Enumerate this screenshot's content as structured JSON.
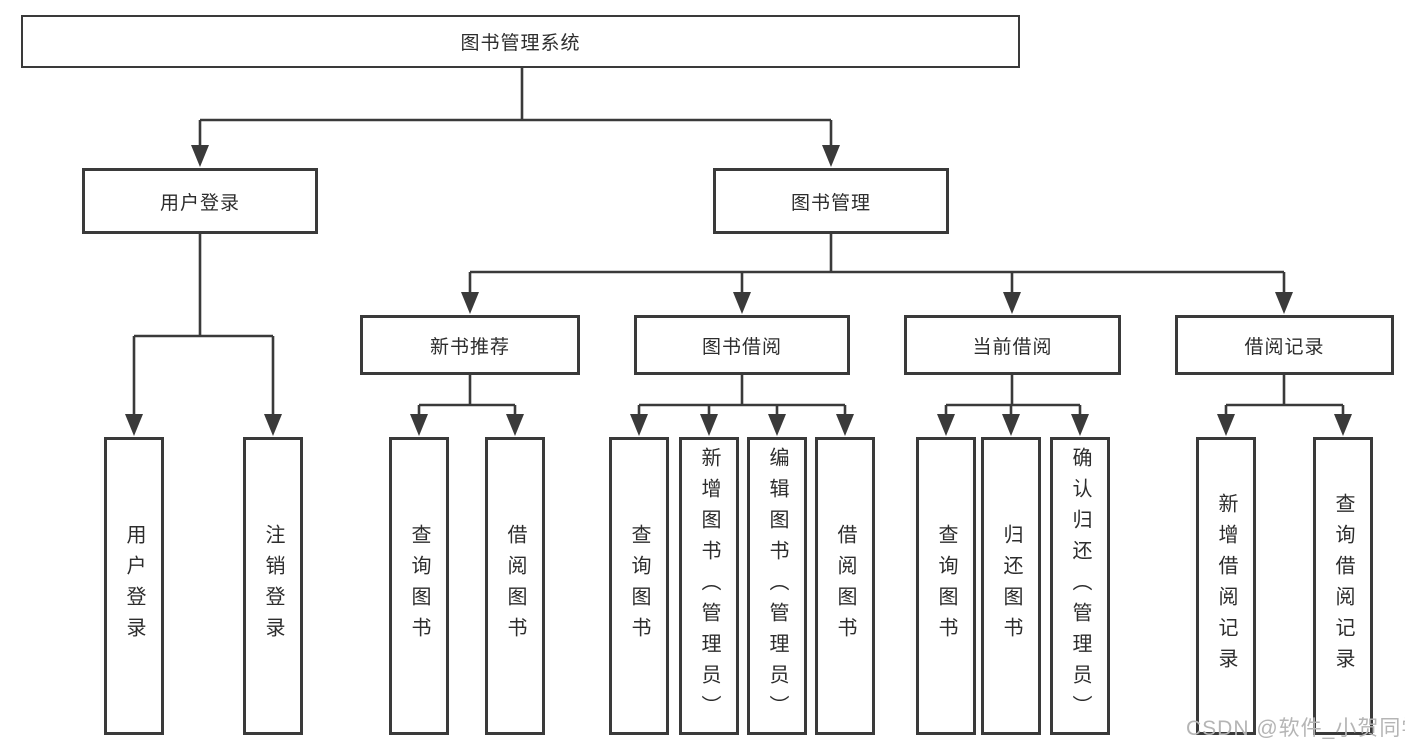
{
  "diagram": {
    "root": "图书管理系统",
    "level2": [
      "用户登录",
      "图书管理"
    ],
    "level3": [
      "新书推荐",
      "图书借阅",
      "当前借阅",
      "借阅记录"
    ],
    "leaves": [
      "用户登录",
      "注销登录",
      "查询图书",
      "借阅图书",
      "查询图书",
      "新增图书（管理员）",
      "编辑图书（管理员）",
      "借阅图书",
      "查询图书",
      "归还图书",
      "确认归还（管理员）",
      "新增借阅记录",
      "查询借阅记录"
    ]
  },
  "watermark": "CSDN @软件_小贺同学",
  "colors": {
    "line": "#3a3a3a",
    "text": "#2d2d2d",
    "background": "#ffffff",
    "watermark": "#b5b5b5"
  }
}
